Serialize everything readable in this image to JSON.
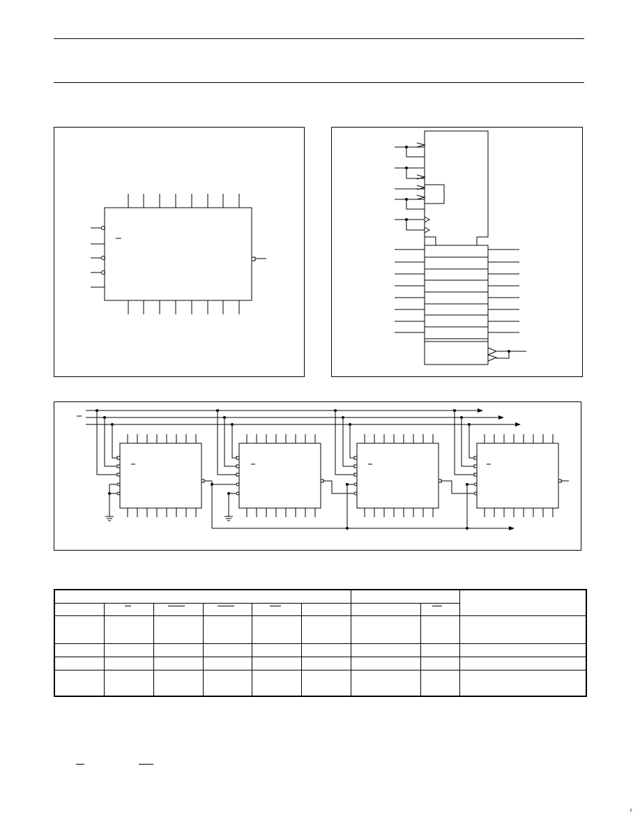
{
  "page": {
    "corner_mark": "r"
  },
  "figures": {
    "logic_symbol": {
      "name": "logic-symbol-diagram"
    },
    "iec_symbol": {
      "name": "iec-logic-symbol-diagram"
    },
    "cascade": {
      "name": "cascade-application-diagram"
    }
  },
  "function_table": {
    "rows": 5,
    "cols": 9
  }
}
